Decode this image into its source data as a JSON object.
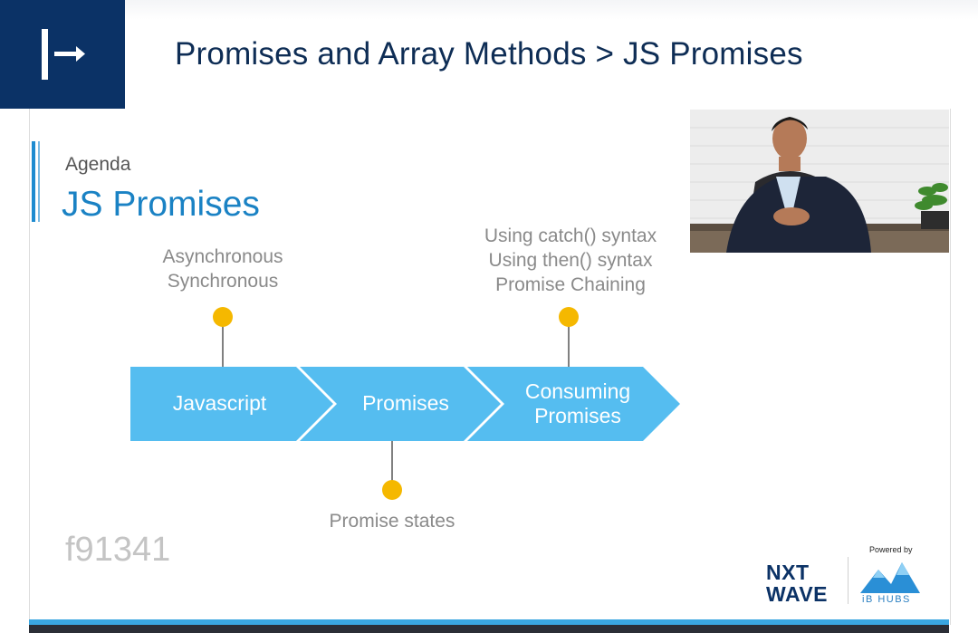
{
  "header": {
    "exit_icon": "exit-arrow-icon",
    "breadcrumb": "Promises and Array Methods > JS Promises"
  },
  "slide": {
    "agenda_label": "Agenda",
    "title": "JS Promises",
    "watermark": "f91341",
    "steps": [
      {
        "label": "Javascript"
      },
      {
        "label": "Promises"
      },
      {
        "label": "Consuming\nPromises"
      }
    ],
    "notes": {
      "javascript": "Asynchronous\nSynchronous",
      "promises": "Promise states",
      "consuming": "Using catch() syntax\nUsing then() syntax\nPromise Chaining"
    },
    "colors": {
      "arrow": "#55bdf0",
      "dot": "#f5b800",
      "accent": "#1e8bd0",
      "header_bg": "#0b3266"
    }
  },
  "branding": {
    "powered_by": "Powered by",
    "nxt_line1": "NXT",
    "nxt_line2": "WAVE",
    "ibhubs": "iB HUBS"
  },
  "webcam": {
    "icon": "presenter-video"
  }
}
